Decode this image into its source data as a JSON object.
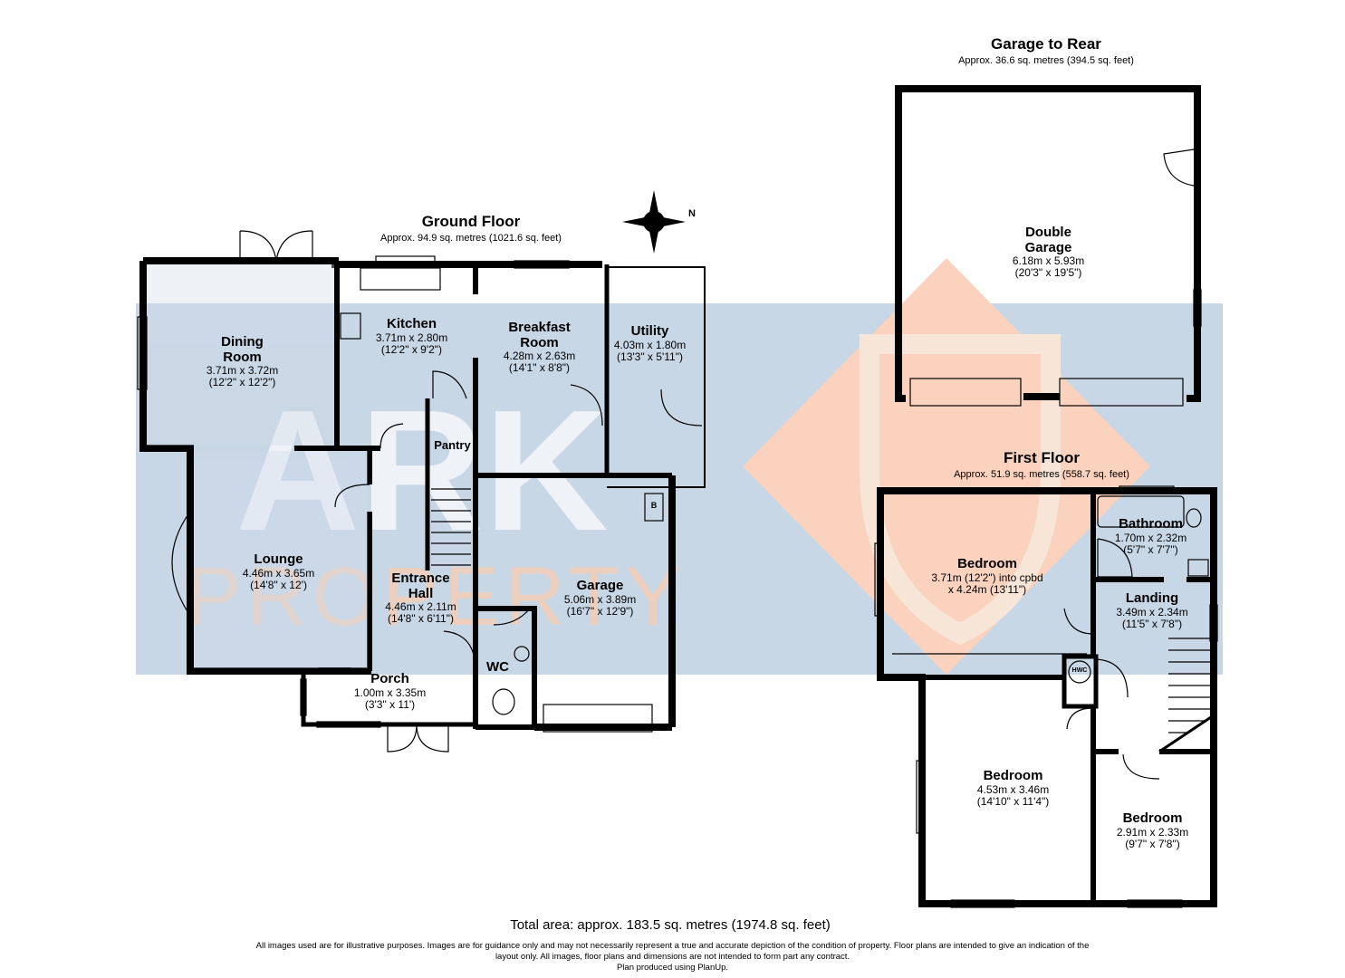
{
  "colors": {
    "wall": "#000000",
    "floor": "#cfdbe8",
    "watermark_orange": "#f8c9ad",
    "watermark_blue": "#bfd0e0"
  },
  "watermark": {
    "line1": "ARK",
    "line2": "PROPERTY"
  },
  "compass": {
    "icon": "compass-icon",
    "label": "N"
  },
  "ground_floor": {
    "title": "Ground Floor",
    "area": "Approx. 94.9 sq. metres (1021.6 sq. feet)",
    "rooms": {
      "dining": {
        "name_1": "Dining",
        "name_2": "Room",
        "dim_m": "3.71m x 3.72m",
        "dim_ft": "(12'2\" x 12'2\")"
      },
      "kitchen": {
        "name_1": "Kitchen",
        "dim_m": "3.71m x 2.80m",
        "dim_ft": "(12'2\" x 9'2\")"
      },
      "breakfast": {
        "name_1": "Breakfast",
        "name_2": "Room",
        "dim_m": "4.28m x 2.63m",
        "dim_ft": "(14'1\" x 8'8\")"
      },
      "utility": {
        "name_1": "Utility",
        "dim_m": "4.03m x 1.80m",
        "dim_ft": "(13'3\" x 5'11\")"
      },
      "pantry": {
        "name_1": "Pantry"
      },
      "lounge": {
        "name_1": "Lounge",
        "dim_m": "4.46m x 3.65m",
        "dim_ft": "(14'8\" x 12')"
      },
      "hall": {
        "name_1": "Entrance",
        "name_2": "Hall",
        "dim_m": "4.46m x 2.11m",
        "dim_ft": "(14'8\" x 6'11\")"
      },
      "garage": {
        "name_1": "Garage",
        "dim_m": "5.06m x 3.89m",
        "dim_ft": "(16'7\" x 12'9\")"
      },
      "wc": {
        "name_1": "WC"
      },
      "porch": {
        "name_1": "Porch",
        "dim_m": "1.00m x 3.35m",
        "dim_ft": "(3'3\" x 11')"
      },
      "boiler": {
        "label": "B"
      }
    }
  },
  "garage_rear": {
    "title": "Garage to Rear",
    "area": "Approx. 36.6 sq. metres (394.5 sq. feet)",
    "room": {
      "name_1": "Double",
      "name_2": "Garage",
      "dim_m": "6.18m x 5.93m",
      "dim_ft": "(20'3\" x 19'5\")"
    }
  },
  "first_floor": {
    "title": "First Floor",
    "area": "Approx. 51.9 sq. metres (558.7 sq. feet)",
    "rooms": {
      "bedroom1": {
        "name_1": "Bedroom",
        "dim_m": "3.71m (12'2\") into cpbd",
        "dim_ft": "x 4.24m (13'11\")"
      },
      "bathroom": {
        "name_1": "Bathroom",
        "dim_m": "1.70m x 2.32m",
        "dim_ft": "(5'7\" x 7'7\")"
      },
      "landing": {
        "name_1": "Landing",
        "dim_m": "3.49m x 2.34m",
        "dim_ft": "(11'5\" x 7'8\")"
      },
      "hwc": {
        "label": "HWC"
      },
      "bedroom2": {
        "name_1": "Bedroom",
        "dim_m": "4.53m x 3.46m",
        "dim_ft": "(14'10\" x 11'4\")"
      },
      "bedroom3": {
        "name_1": "Bedroom",
        "dim_m": "2.91m x 2.33m",
        "dim_ft": "(9'7\" x 7'8\")"
      }
    }
  },
  "footer": {
    "total": "Total area: approx. 183.5 sq. metres (1974.8 sq. feet)",
    "disclaimer": "All images used are for illustrative purposes. Images are for guidance only and may not necessarily represent a true and accurate depiction of the condition of property. Floor plans are intended to give an indication of the layout only. All images, floor plans and dimensions are not intended to form part any contract.",
    "credit": "Plan produced using PlanUp."
  }
}
